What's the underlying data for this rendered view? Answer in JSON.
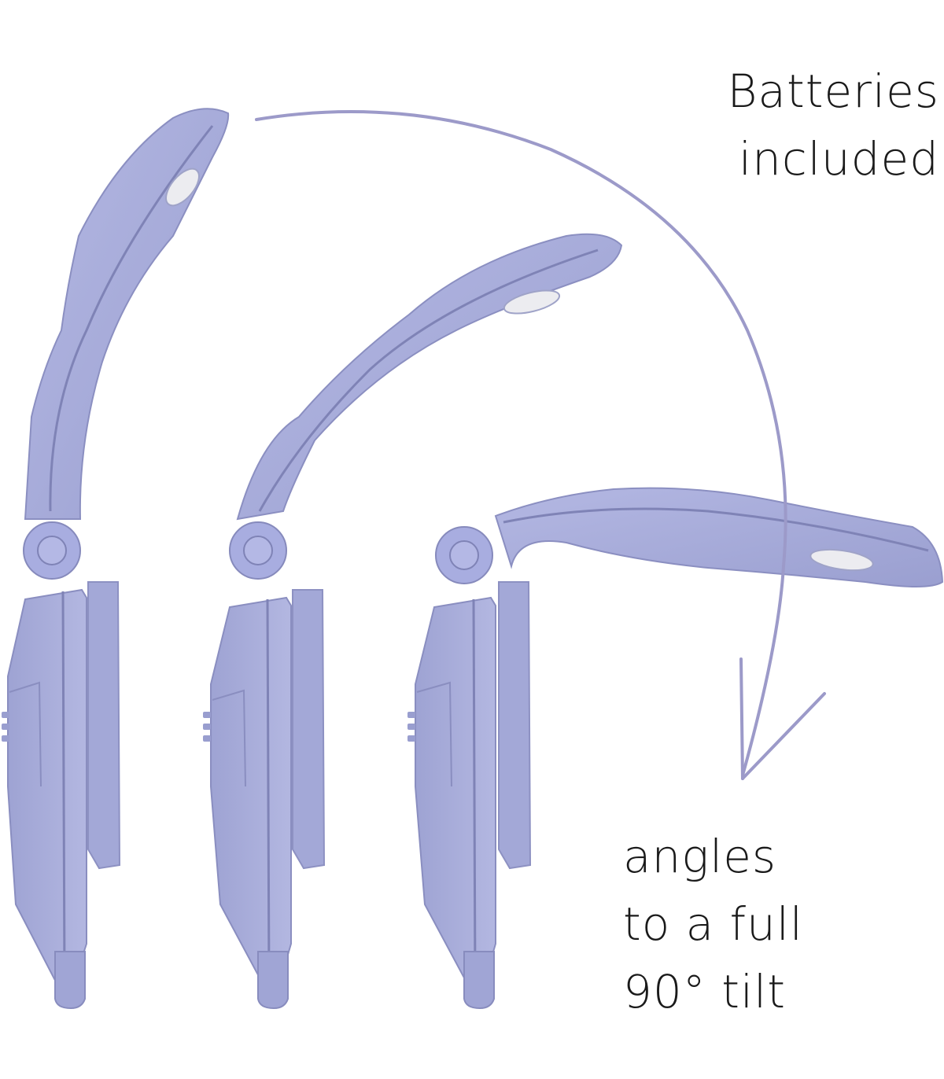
{
  "captions": {
    "batteries": [
      "Batteries",
      "included"
    ],
    "angles": [
      "angles",
      "to a full",
      "90° tilt"
    ]
  },
  "colors": {
    "body": "#a7acd9",
    "body_shadow": "#8f94c6",
    "body_highlight": "#bcc0e6",
    "outline": "#6c6f9e",
    "arrow": "#9c9ac9",
    "lens": "#e9e9ee",
    "text": "#1a1a1a"
  },
  "icons": {
    "lamp_1": "book-light-upright-icon",
    "lamp_2": "book-light-tilted-icon",
    "lamp_3": "book-light-horizontal-icon",
    "arrow": "curved-arrow-down-icon"
  }
}
